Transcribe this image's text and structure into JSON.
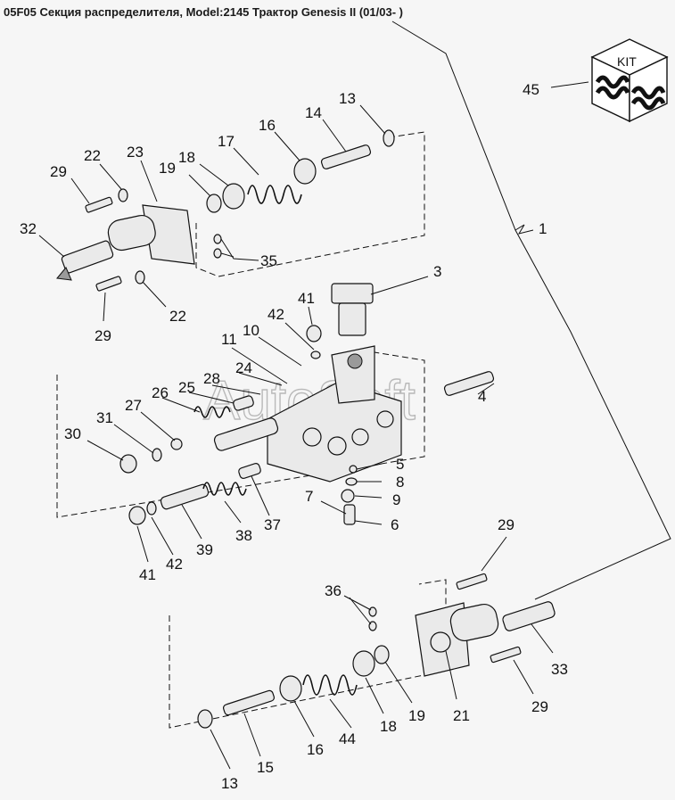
{
  "title": "05F05 Секция распределителя, Model:2145 Трактор Genesis II (01/03- )",
  "watermark": "AutoSoft",
  "kit_label": "KIT",
  "callouts": [
    "45",
    "13",
    "14",
    "16",
    "17",
    "29",
    "22",
    "23",
    "19",
    "18",
    "32",
    "35",
    "22",
    "29",
    "1",
    "3",
    "41",
    "42",
    "11",
    "10",
    "24",
    "28",
    "25",
    "26",
    "27",
    "31",
    "30",
    "4",
    "5",
    "8",
    "9",
    "7",
    "6",
    "41",
    "42",
    "39",
    "38",
    "37",
    "29",
    "36",
    "33",
    "21",
    "29",
    "19",
    "18",
    "44",
    "16",
    "15",
    "13"
  ]
}
